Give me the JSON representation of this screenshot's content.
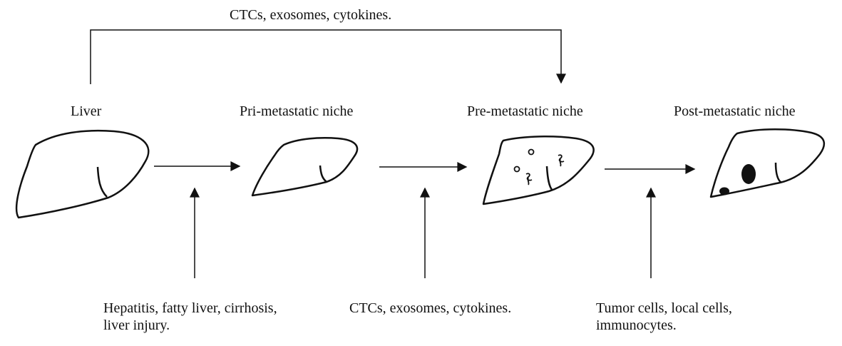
{
  "stages": [
    {
      "label": "Liver"
    },
    {
      "label": "Pri-metastatic niche"
    },
    {
      "label": "Pre-metastatic niche"
    },
    {
      "label": "Post-metastatic niche"
    }
  ],
  "top_feedback": {
    "label": "CTCs, exosomes, cytokines."
  },
  "factors": [
    {
      "lines": [
        "Hepatitis, fatty liver, cirrhosis,",
        "liver injury."
      ]
    },
    {
      "lines": [
        "CTCs, exosomes, cytokines."
      ]
    },
    {
      "lines": [
        "Tumor cells, local cells,",
        "immunocytes."
      ]
    }
  ],
  "colors": {
    "ink": "#111111",
    "background": "#ffffff"
  }
}
